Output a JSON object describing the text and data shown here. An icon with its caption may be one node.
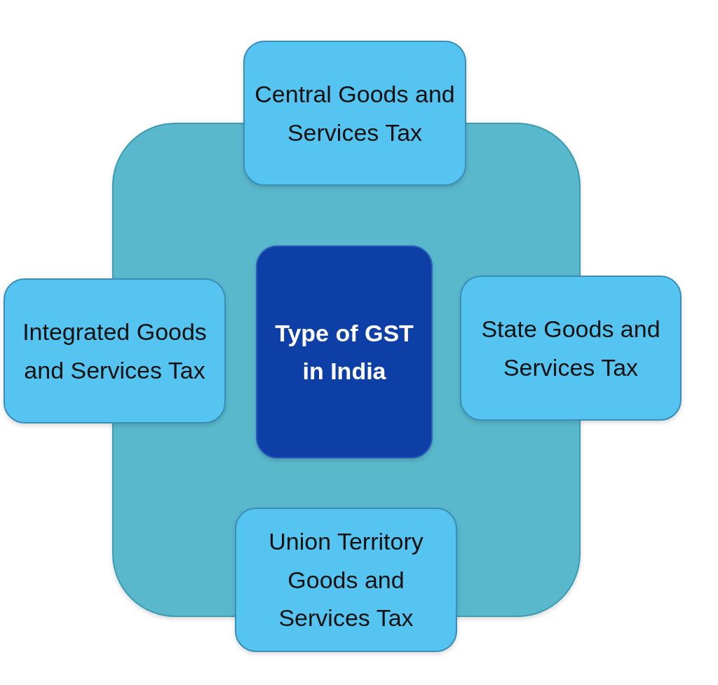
{
  "diagram": {
    "nodes": [
      {
        "text": [],
        "shape": "box"
      },
      {
        "text": [
          "Type of GST in India"
        ],
        "in": 0
      },
      {
        "text": [
          "Central Goods and Services Tax"
        ]
      },
      {
        "text": [
          "Integrated Goods and Services Tax"
        ]
      },
      {
        "text": [
          "State Goods and Services Tax"
        ]
      },
      {
        "text": [
          "Union Territory Goods and Services Tax"
        ]
      }
    ]
  }
}
